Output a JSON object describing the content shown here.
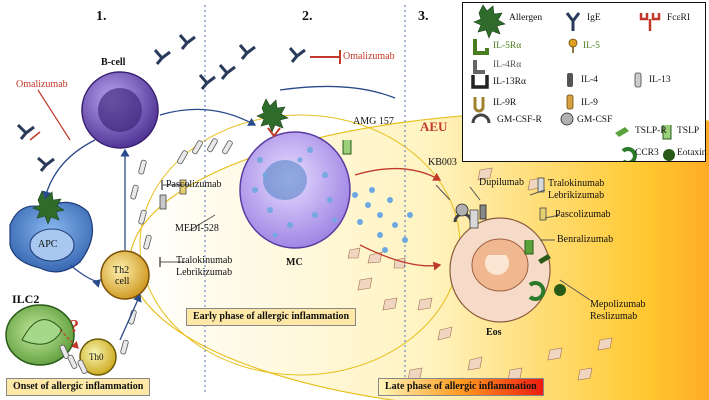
{
  "sections": {
    "s1": "1.",
    "s2": "2.",
    "s3": "3."
  },
  "cells": {
    "b_cell": "B-cell",
    "apc": "APC",
    "th2_line1": "Th2",
    "th2_line2": "cell",
    "th0": "Th0",
    "ilc2": "ILC2",
    "mc": "MC",
    "eos": "Eos",
    "aeu": "AEU",
    "question": "?"
  },
  "drugs": {
    "omalizumab_left": "Omalizumab",
    "omalizumab_top": "Omalizumab",
    "pascolizumab": "Pascolizumab",
    "medi528": "MEDI-528",
    "tralokinumab_left": "Tralokinumab",
    "lebrikizumab_left": "Lebrikizumab",
    "amg157": "AMG 157",
    "kb003": "KB003",
    "dupilumab": "Dupilumab",
    "tralokinumab_right": "Tralokinumab",
    "lebrikizumab_right": "Lebrikizumab",
    "pascolizumab_right": "Pascolizumab",
    "benralizumab": "Benralizumab",
    "mepolizumab": "Mepolizumab",
    "reslizumab": "Reslizumab"
  },
  "phases": {
    "onset": "Onset of allergic inflammation",
    "early": "Early phase of allergic inflammation",
    "late": "Late phase of allergic inflammation"
  },
  "legend": {
    "allergen": "Allergen",
    "ige": "IgE",
    "fceri": "FcεRI",
    "il5ra": "IL-5Rα",
    "il5": "IL-5",
    "il4ra": "IL-4Rα",
    "il13ra": "IL-13Rα",
    "il4": "IL-4",
    "il13": "IL-13",
    "il9r": "IL-9R",
    "il9": "IL-9",
    "gmcsfr": "GM-CSF-R",
    "gmcsf": "GM-CSF",
    "tslpr": "TSLP-R",
    "tslp": "TSLP",
    "ccr3": "CCR3",
    "eotaxin": "Eotaxin"
  },
  "colors": {
    "drug_red": "#c0392b",
    "legend_green": "#4a7d1e",
    "bcell": "#5b3fa0",
    "mc": "#9b7fe0",
    "apc": "#3d78c8",
    "th2": "#d4a020",
    "ilc2": "#5aa33c"
  }
}
